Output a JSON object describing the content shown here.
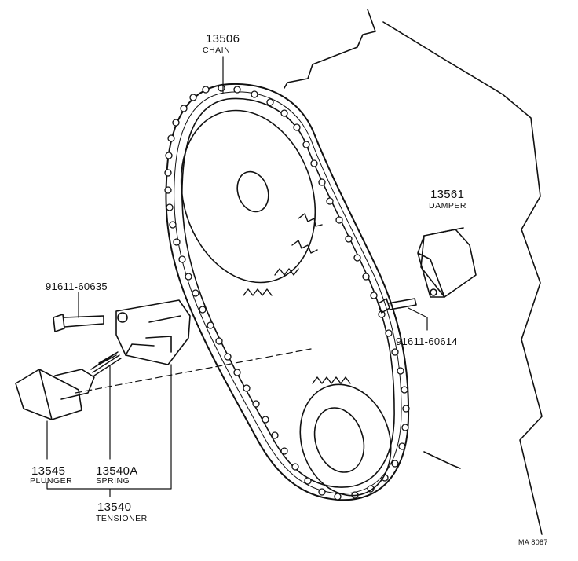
{
  "parts": {
    "chain": {
      "number": "13506",
      "name": "CHAIN"
    },
    "damper": {
      "number": "13561",
      "name": "DAMPER"
    },
    "bolt_tensioner": {
      "number": "91611-60635"
    },
    "bolt_damper": {
      "number": "91611-60614"
    },
    "plunger": {
      "number": "13545",
      "name": "PLUNGER"
    },
    "spring": {
      "number": "13540A",
      "name": "SPRING"
    },
    "tensioner": {
      "number": "13540",
      "name": "TENSIONER"
    }
  },
  "figure_code": "MA 8087"
}
